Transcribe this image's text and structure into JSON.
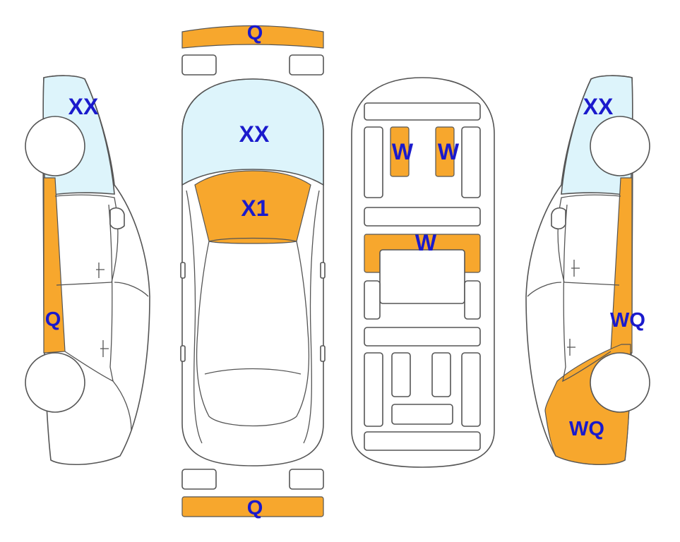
{
  "colors": {
    "damage": "#F7A72D",
    "glass": "#DDF4FB",
    "outline": "#555555",
    "label": "#1A1ACC"
  },
  "labels": {
    "front_bumper": "Q",
    "rear_bumper": "Q",
    "windshield": "XX",
    "hood": "X1",
    "left_glass": "XX",
    "left_pillar": "Q",
    "right_glass": "XX",
    "right_pillar": "WQ",
    "right_rear_panel": "WQ",
    "interior_seat_left": "W",
    "interior_seat_right": "W",
    "interior_middle_row": "W"
  }
}
